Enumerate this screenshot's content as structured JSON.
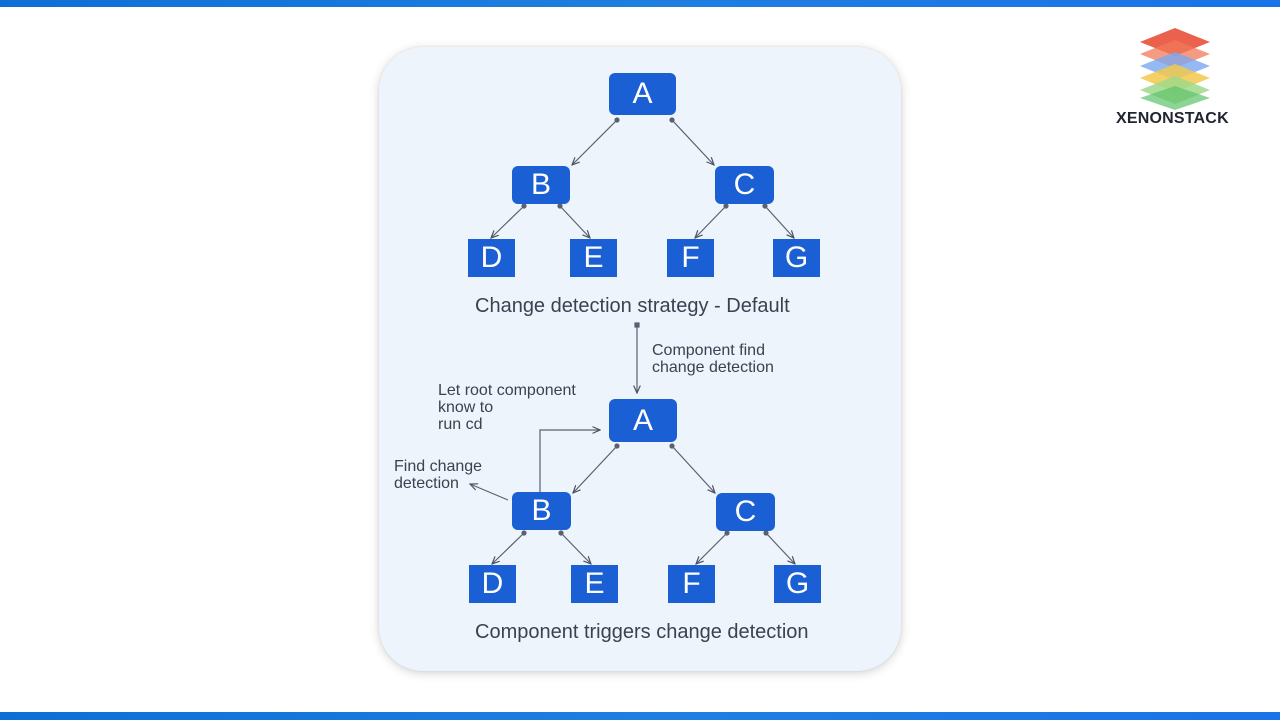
{
  "brand": {
    "name": "XENONSTACK"
  },
  "top_tree": {
    "nodes": {
      "A": "A",
      "B": "B",
      "C": "C",
      "D": "D",
      "E": "E",
      "F": "F",
      "G": "G"
    },
    "caption": "Change detection strategy - Default"
  },
  "connector_label": {
    "line1": "Component find",
    "line2": "change detection"
  },
  "bottom_tree": {
    "nodes": {
      "A": "A",
      "B": "B",
      "C": "C",
      "D": "D",
      "E": "E",
      "F": "F",
      "G": "G"
    },
    "caption": "Component triggers change detection",
    "note_root": {
      "line1": "Let root component",
      "line2": "know to",
      "line3": "run cd"
    },
    "note_find": {
      "line1": "Find change",
      "line2": "detection"
    }
  },
  "colors": {
    "node": "#1a5fd4",
    "card": "#eef4fc",
    "text": "#3b414f",
    "accent_bar": "#1a73e8"
  }
}
